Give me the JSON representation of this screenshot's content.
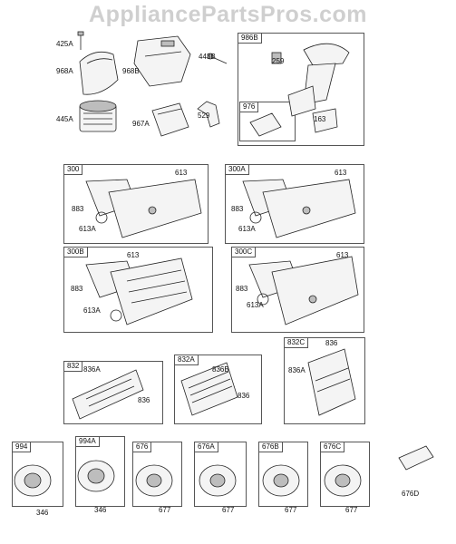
{
  "watermark": "AppliancePartsPros.com",
  "boxes": {
    "b986B": "986B",
    "b976": "976",
    "b300": "300",
    "b300A": "300A",
    "b300B": "300B",
    "b300C": "300C",
    "b832": "832",
    "b832A": "832A",
    "b832C": "832C",
    "b994": "994",
    "b994A": "994A",
    "b676": "676",
    "b676A": "676A",
    "b676B": "676B",
    "b676C": "676C"
  },
  "labels": {
    "l425A": "425A",
    "l968A": "968A",
    "l968B": "968B",
    "l443B": "443B",
    "l445A": "445A",
    "l967A": "967A",
    "l529": "529",
    "l259": "259",
    "l163": "163",
    "l613_300": "613",
    "l883_300": "883",
    "l613A_300": "613A",
    "l613_300A": "613",
    "l883_300A": "883",
    "l613A_300A": "613A",
    "l613_300B": "613",
    "l883_300B": "883",
    "l613A_300B": "613A",
    "l613_300C": "613",
    "l883_300C": "883",
    "l613A_300C": "613A",
    "l836A_832": "836A",
    "l836_832": "836",
    "l836B_832A": "836B",
    "l836_832A": "836",
    "l836_832C": "836",
    "l836A_832C": "836A",
    "l346_994": "346",
    "l346_994A": "346",
    "l677_676": "677",
    "l677_676A": "677",
    "l677_676B": "677",
    "l677_676C": "677",
    "l676D": "676D"
  }
}
